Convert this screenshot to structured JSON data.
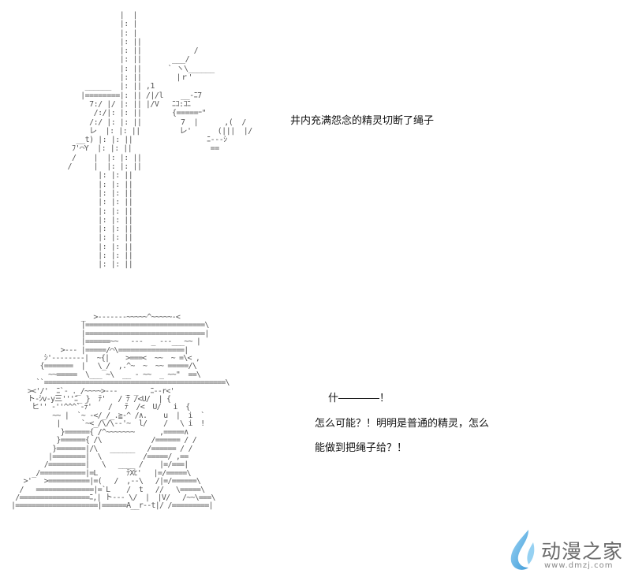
{
  "ascii_art": {
    "top": "             |  |\n             |: |\n             |: |\n             |: ||\n             |: ||            /\n             |: ||       ___/\n             |: ||      ` ヽ\\______\n             |: ||        |ｒ'\n     ______  |: || ,1\n    |========|: || /|/l    __-ﾆ7\n      7:/ |/ |: || |/V   ﾆｺ:ｺﾆ\n       /:/|: |: ||       {=====ｰ\"\n      /:/ |: |: ||         7  |      ,(  /\n      レ  |: |: ||         レ'      (|||  |/\n   __t) |: |: ||                 ﾆ---ｼ\n  ﾌ'⌒Y  |: |: ||                  ==\n  /    |  |: |: ||\n /     |  |: |: ||\n        |: |: ||\n        |: |: ||\n        |: |: ||\n        |: |: ||\n        |: |: ||\n        |: |: ||\n        |: |: ||\n        |: |: ||\n        |: |: ||\n        |: |: ||\n        |: |: ||",
    "bottom": "                 _  >-------~~~~~^~~~~~-<\n                 |=============================\\\n                 |=============================|\n                 |======~~   ---  _ ---___~~ |\n            >--- |=====/⌒\\================|\n        ｼ'--------|  ~{|    >===<  ~~  ~ =\\< ,\n       {=======  |   \\_/  ,.^~  ~  ~~ =====/\\\n         ~~=====  \\___ ~\\  __ - ~~  _ ~~\"  ==\\\n      ``============================================\\\n    ><'/'  ﾆ`- ._/~~~~>---  _ _   ﾆ--r<'\n    ト-ｼv-y三'''ﾆ_ }  ﾃ'   / ﾃ /<U/  | {\n     ヒ'' -''^^^`-ﾃ'    /   ﾃ  /<  U/   i  {\n          ~~ |  `~ -</_/_.≧-^ /∧.    u  |  i  `\n           |     `~<_/\\/\\--'~  l/    /   \\ i  !\n            }======{ /^~~~~~~~      ,=====∧\n           }======{ /\\            /====== / /\n          }=======|/\\   ______   /====== / /\n         |========|  \\          /=====/ ,==\n        /=========|   \\   ____ /    |=/===|\n     _/===========|=L       ﾃXﾋ'   |=/=====\\\n   >'   >==========|=(   /  ,--\\   /|=/======\\\n  /   ==============|=`L    /  t   //   \\=====\\\n /=================ﾆ,| ト--- \\/  |  |V/   /~~\\===\\\n|====================|======A__r--t|/ /=========|"
  },
  "captions": {
    "line1": "井内充满怨念的精灵切断了绳子",
    "line2": "什――――！",
    "line3": "怎么可能？！明明是普通的精灵，怎么",
    "line4": "能做到把绳子给？！"
  },
  "watermark": {
    "name": "动漫之家",
    "url": "www.dmzj.com",
    "icon": "water-drop-icon",
    "color": "#6b6b6b",
    "accent": "#5fb3e8"
  }
}
